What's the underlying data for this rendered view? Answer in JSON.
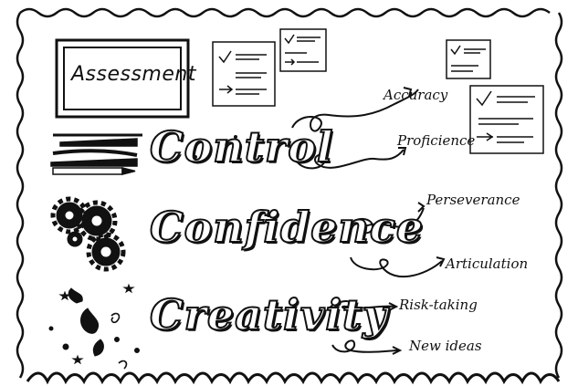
{
  "assessment_label": "Assessment",
  "themes": [
    {
      "word": "Control",
      "branches": [
        "Accuracy",
        "Proficience"
      ]
    },
    {
      "word": "Confidence",
      "branches": [
        "Perseverance",
        "Articulation"
      ]
    },
    {
      "word": "Creativity",
      "branches": [
        "Risk-taking",
        "New ideas"
      ]
    }
  ],
  "colors": {
    "ink": "#111111",
    "paper": "#ffffff"
  },
  "icons": [
    "checklist-icon",
    "pencils-icon",
    "gears-icon",
    "splash-icon"
  ]
}
